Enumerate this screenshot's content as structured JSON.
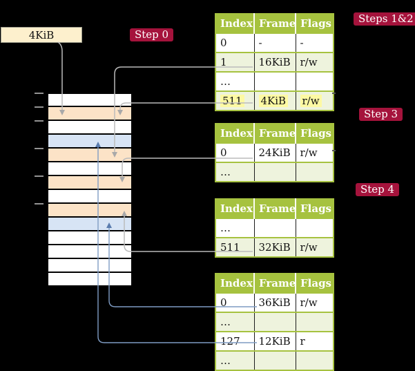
{
  "colors": {
    "background": "#000000",
    "table_green": "#a6c23f",
    "row_light_green": "#eef3dd",
    "highlight_yellow": "#fdf9a3",
    "frame_orange": "#fce3c7",
    "frame_blue": "#d7e4f5",
    "badge_red": "#a5133c",
    "label_cream": "#fdf0cd",
    "gray_connector": "#bbbbbb",
    "blue_connector": "#7f9cc4"
  },
  "memory_label": {
    "text": "4KiB"
  },
  "badges": {
    "step0": "Step 0",
    "steps12": "Steps 1&2",
    "step3": "Step 3",
    "step4": "Step 4"
  },
  "tables": [
    {
      "id": "page-table-steps-1-2",
      "columns": [
        "Index",
        "Frame",
        "Flags"
      ],
      "rows": [
        {
          "cells": [
            "0",
            "-",
            "-"
          ],
          "shaded": false,
          "highlight": false
        },
        {
          "cells": [
            "1",
            "16KiB",
            "r/w"
          ],
          "shaded": true,
          "highlight": false
        },
        {
          "cells": [
            "…",
            "",
            ""
          ],
          "shaded": false,
          "highlight": false
        },
        {
          "cells": [
            "511",
            "4KiB",
            "r/w"
          ],
          "shaded": true,
          "highlight": true
        }
      ]
    },
    {
      "id": "page-table-step-3",
      "columns": [
        "Index",
        "Frame",
        "Flags"
      ],
      "rows": [
        {
          "cells": [
            "0",
            "24KiB",
            "r/w"
          ],
          "shaded": false,
          "highlight": false
        },
        {
          "cells": [
            "…",
            "",
            ""
          ],
          "shaded": true,
          "highlight": false
        }
      ]
    },
    {
      "id": "page-table-step-4",
      "columns": [
        "Index",
        "Frame",
        "Flags"
      ],
      "rows": [
        {
          "cells": [
            "…",
            "",
            ""
          ],
          "shaded": false,
          "highlight": false
        },
        {
          "cells": [
            "511",
            "32KiB",
            "r/w"
          ],
          "shaded": true,
          "highlight": false
        }
      ]
    },
    {
      "id": "page-table-level-1",
      "columns": [
        "Index",
        "Frame",
        "Flags"
      ],
      "rows": [
        {
          "cells": [
            "0",
            "36KiB",
            "r/w"
          ],
          "shaded": false,
          "highlight": false
        },
        {
          "cells": [
            "…",
            "",
            ""
          ],
          "shaded": true,
          "highlight": false
        },
        {
          "cells": [
            "127",
            "12KiB",
            "r"
          ],
          "shaded": false,
          "highlight": false
        },
        {
          "cells": [
            "…",
            "",
            ""
          ],
          "shaded": true,
          "highlight": false
        }
      ]
    }
  ],
  "memory_column": {
    "rows": [
      {
        "color": "white"
      },
      {
        "color": "orange"
      },
      {
        "color": "white"
      },
      {
        "color": "blue"
      },
      {
        "color": "orange"
      },
      {
        "color": "white"
      },
      {
        "color": "orange"
      },
      {
        "color": "white"
      },
      {
        "color": "orange"
      },
      {
        "color": "blue"
      },
      {
        "color": "white"
      },
      {
        "color": "white"
      },
      {
        "color": "white"
      },
      {
        "color": "white"
      }
    ]
  },
  "connections": [
    {
      "from": "4KiB-label",
      "to": "memory-row-2",
      "style": "gray"
    },
    {
      "from": "table1-row-1",
      "to": "memory-row-5",
      "style": "gray"
    },
    {
      "from": "table1-row-511",
      "to": "memory-row-2",
      "style": "gray"
    },
    {
      "from": "table2-row-0",
      "to": "memory-row-7",
      "style": "gray"
    },
    {
      "from": "table3-row-511",
      "to": "memory-row-9",
      "style": "gray"
    },
    {
      "from": "table4-row-0",
      "to": "memory-row-10",
      "style": "blue"
    },
    {
      "from": "table4-row-127",
      "to": "memory-row-4",
      "style": "blue"
    }
  ]
}
